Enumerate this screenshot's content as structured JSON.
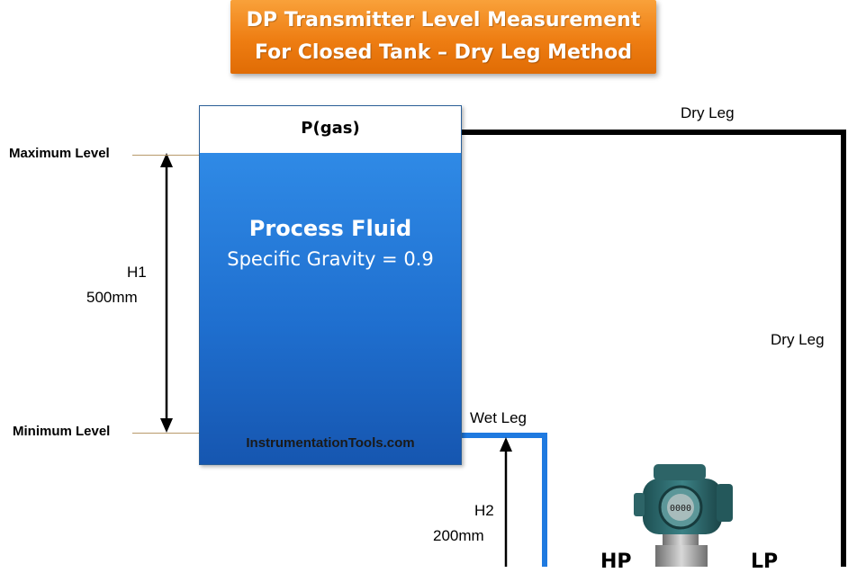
{
  "title": {
    "line1": "DP Transmitter Level Measurement",
    "line2": "For Closed Tank – Dry Leg Method"
  },
  "tank": {
    "gas_label": "P(gas)",
    "fluid_title": "Process Fluid",
    "fluid_sg": "Specific Gravity = 0.9",
    "watermark": "InstrumentationTools.com",
    "fluid_color": "#1f6fcf"
  },
  "levels": {
    "maximum": "Maximum Level",
    "minimum": "Minimum Level"
  },
  "h1": {
    "label": "H1",
    "value": "500mm"
  },
  "h2": {
    "label": "H2",
    "value": "200mm"
  },
  "legs": {
    "dry_top": "Dry Leg",
    "dry_side": "Dry Leg",
    "wet": "Wet Leg",
    "dry_color": "#000000",
    "wet_color": "#1f7ae0"
  },
  "transmitter": {
    "hp": "HP",
    "lp": "LP",
    "display": "0000"
  }
}
